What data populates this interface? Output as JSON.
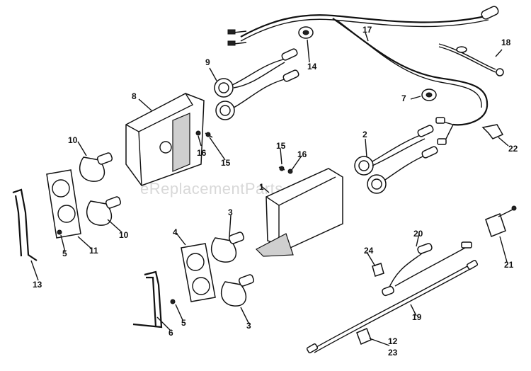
{
  "watermark": "eReplacementParts.com",
  "callouts": [
    {
      "id": "c1",
      "text": "1"
    },
    {
      "id": "c2",
      "text": "2"
    },
    {
      "id": "c3a",
      "text": "3"
    },
    {
      "id": "c3b",
      "text": "3"
    },
    {
      "id": "c4",
      "text": "4"
    },
    {
      "id": "c5a",
      "text": "5"
    },
    {
      "id": "c5b",
      "text": "5"
    },
    {
      "id": "c6",
      "text": "6"
    },
    {
      "id": "c7",
      "text": "7"
    },
    {
      "id": "c8",
      "text": "8"
    },
    {
      "id": "c9",
      "text": "9"
    },
    {
      "id": "c10a",
      "text": "10"
    },
    {
      "id": "c10b",
      "text": "10"
    },
    {
      "id": "c11",
      "text": "11"
    },
    {
      "id": "c12",
      "text": "12"
    },
    {
      "id": "c13",
      "text": "13"
    },
    {
      "id": "c14",
      "text": "14"
    },
    {
      "id": "c15a",
      "text": "15"
    },
    {
      "id": "c15b",
      "text": "15"
    },
    {
      "id": "c16a",
      "text": "16"
    },
    {
      "id": "c16b",
      "text": "16"
    },
    {
      "id": "c17",
      "text": "17"
    },
    {
      "id": "c18",
      "text": "18"
    },
    {
      "id": "c19",
      "text": "19"
    },
    {
      "id": "c20",
      "text": "20"
    },
    {
      "id": "c21",
      "text": "21"
    },
    {
      "id": "c22",
      "text": "22"
    },
    {
      "id": "c23",
      "text": "23"
    },
    {
      "id": "c24",
      "text": "24"
    }
  ]
}
